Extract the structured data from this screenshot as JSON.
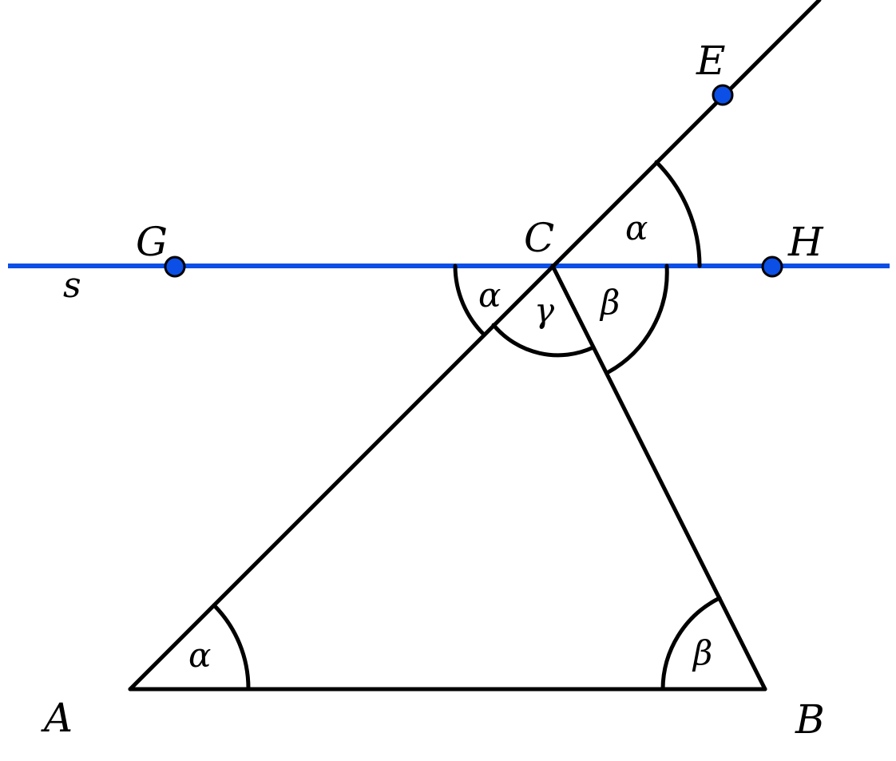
{
  "colors": {
    "line": "#0b4fe6",
    "point_fill": "#0b4fe6",
    "point_stroke": "#000000",
    "stroke": "#000000",
    "background": "#ffffff"
  },
  "points": {
    "A": "A",
    "B": "B",
    "C": "C",
    "E": "E",
    "G": "G",
    "H": "H"
  },
  "line_label": "s",
  "angles": {
    "alpha": "α",
    "beta": "β",
    "gamma": "γ"
  }
}
